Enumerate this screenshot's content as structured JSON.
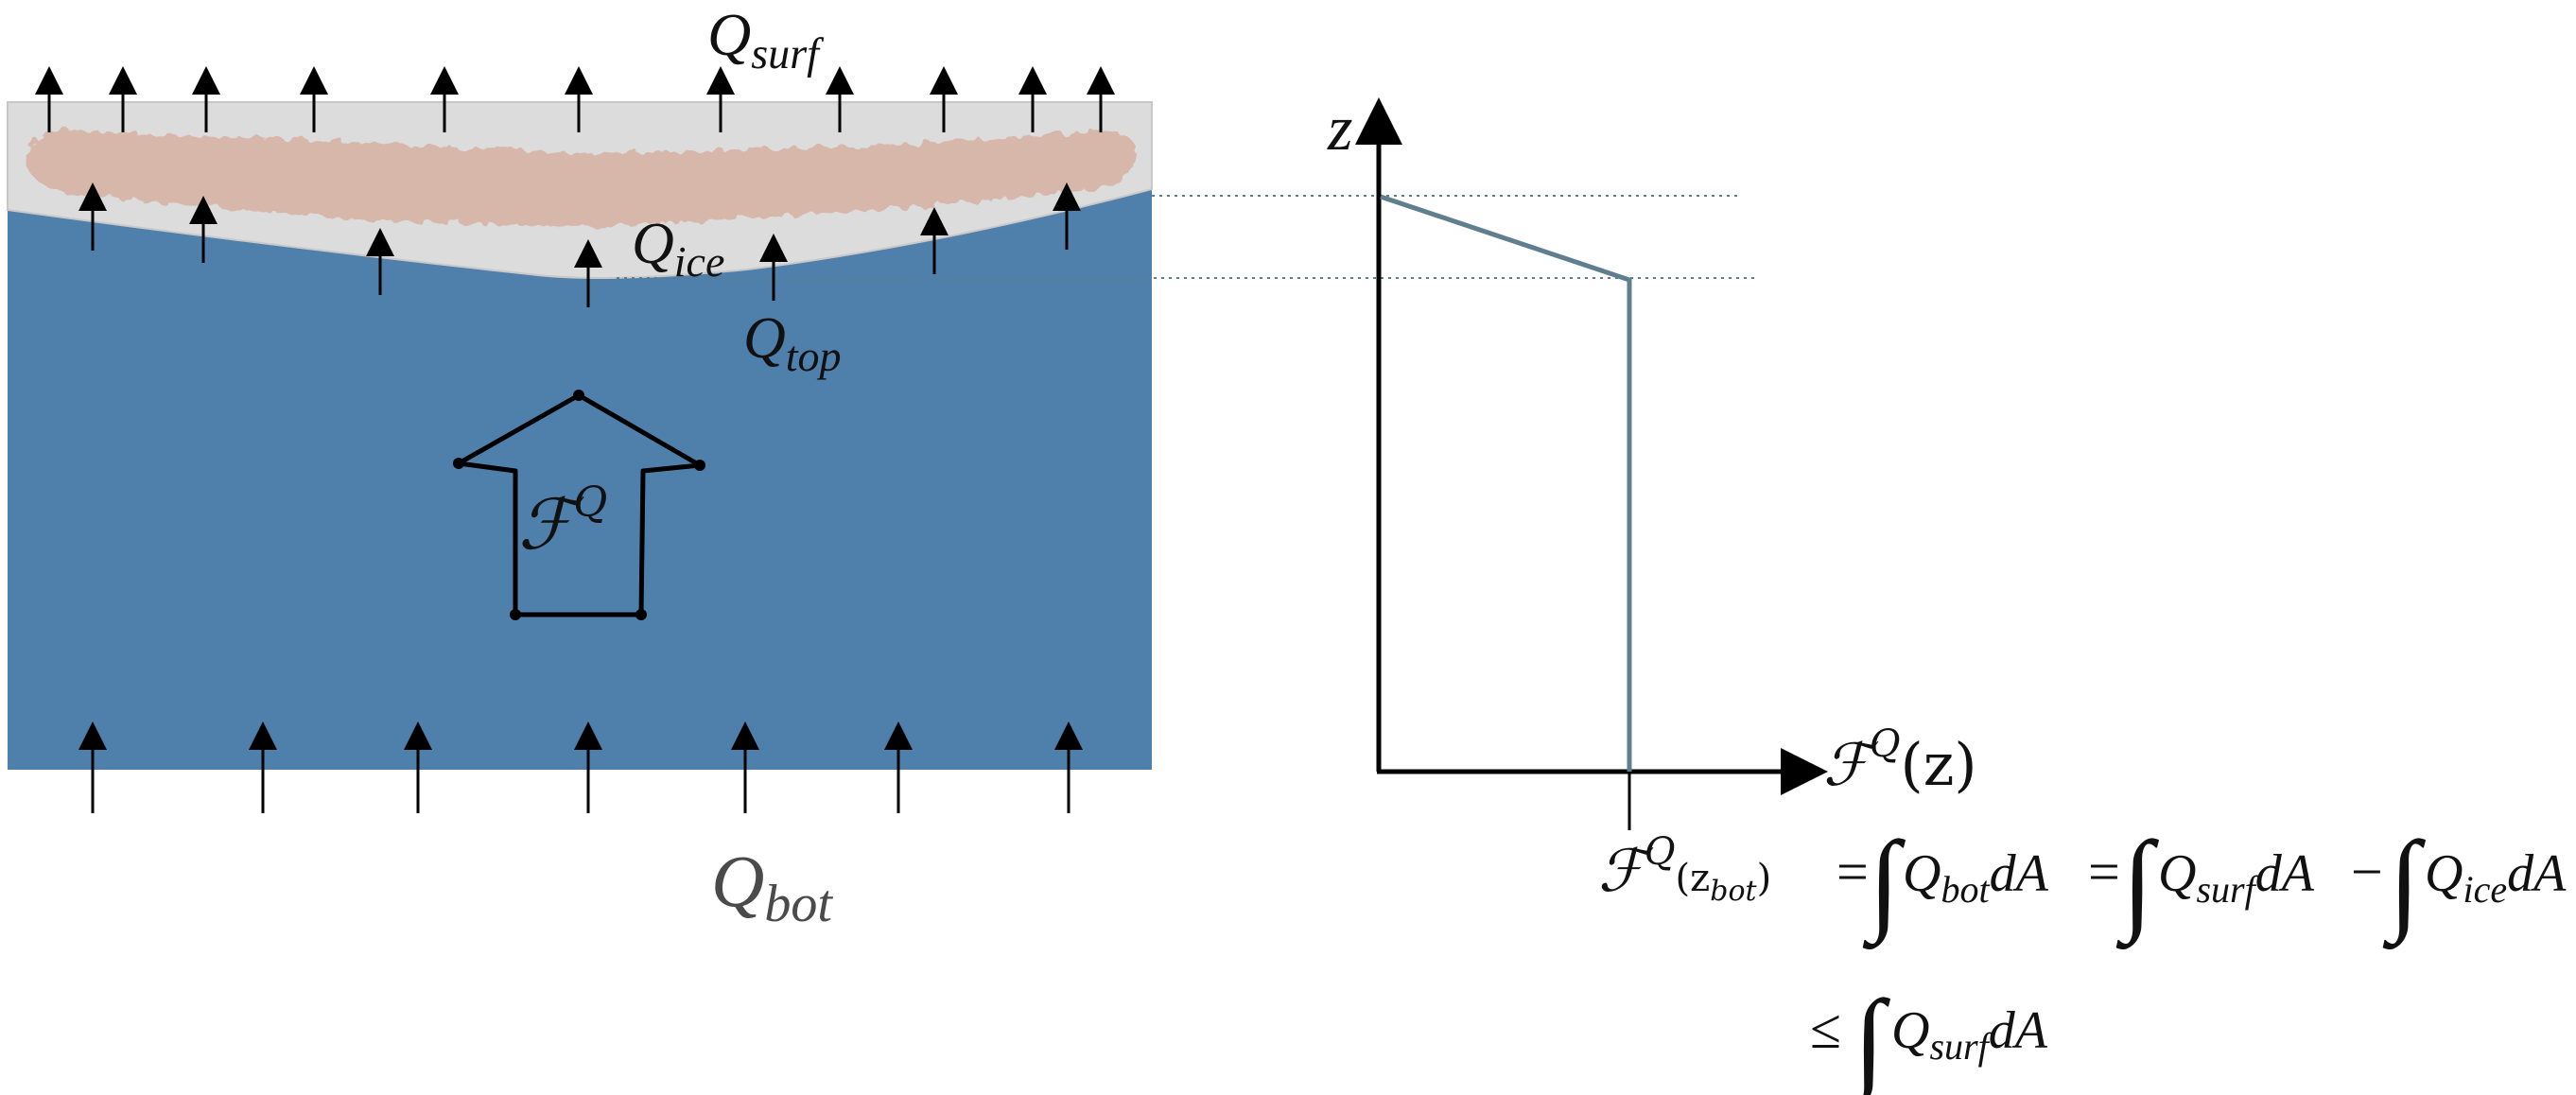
{
  "labels": {
    "q_surf": {
      "base": "Q",
      "sub": "surf"
    },
    "q_ice": {
      "base": "Q",
      "sub": "ice"
    },
    "q_top": {
      "base": "Q",
      "sub": "top"
    },
    "q_bot": {
      "base": "Q",
      "sub": "bot"
    },
    "flux_arrow": {
      "base": "ℱ",
      "sup": "Q"
    },
    "z_axis": "z",
    "x_axis": {
      "base": "ℱ",
      "sup": "Q",
      "arg": "(z)"
    }
  },
  "equation": {
    "lhs": {
      "base": "ℱ",
      "sup": "Q",
      "arg_open": "(z",
      "arg_sub": "bot",
      "arg_close": ")"
    },
    "eq1": "=",
    "int1": "∫",
    "term1": {
      "base": "Q",
      "sub": "bot",
      "tail": "dA"
    },
    "eq2": "=",
    "int2": "∫",
    "term2": {
      "base": "Q",
      "sub": "surf",
      "tail": "dA"
    },
    "minus": "−",
    "int3": "∫",
    "term3": {
      "base": "Q",
      "sub": "ice",
      "tail": "dA"
    },
    "leq": "≤",
    "int4": "∫",
    "term4": {
      "base": "Q",
      "sub": "surf",
      "tail": "dA"
    }
  },
  "colors": {
    "ocean": "#4f7fab",
    "ice_layer": "#dcdcdc",
    "snow_band": "#d8b3a6",
    "profile_line": "#5f7f8e",
    "axes": "#000000",
    "dotted": "#5a7f8e"
  }
}
